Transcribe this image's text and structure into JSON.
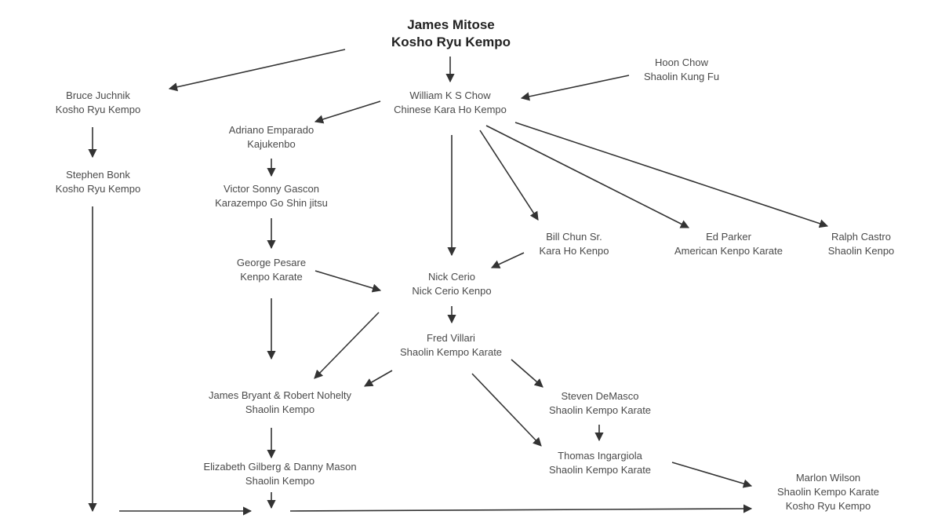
{
  "nodes": {
    "mitose": {
      "name": "James Mitose",
      "style": "Kosho Ryu Kempo"
    },
    "juchnik": {
      "name": "Bruce Juchnik",
      "style": "Kosho Ryu Kempo"
    },
    "chow": {
      "name": "William K S Chow",
      "style": "Chinese Kara Ho Kempo"
    },
    "hoonchow": {
      "name": "Hoon Chow",
      "style": "Shaolin Kung Fu"
    },
    "emparado": {
      "name": "Adriano Emparado",
      "style": "Kajukenbo"
    },
    "bonk": {
      "name": "Stephen Bonk",
      "style": "Kosho Ryu Kempo"
    },
    "gascon": {
      "name": "Victor Sonny Gascon",
      "style": "Karazempo Go Shin jitsu"
    },
    "chun": {
      "name": "Bill Chun Sr.",
      "style": "Kara Ho Kenpo"
    },
    "parker": {
      "name": "Ed Parker",
      "style": "American Kenpo Karate"
    },
    "castro": {
      "name": "Ralph Castro",
      "style": "Shaolin Kenpo"
    },
    "pesare": {
      "name": "George Pesare",
      "style": "Kenpo Karate"
    },
    "cerio": {
      "name": "Nick Cerio",
      "style": "Nick Cerio Kenpo"
    },
    "villari": {
      "name": "Fred Villari",
      "style": "Shaolin Kempo Karate"
    },
    "bryant": {
      "name": "James Bryant & Robert Nohelty",
      "style": "Shaolin Kempo"
    },
    "demasco": {
      "name": "Steven DeMasco",
      "style": "Shaolin Kempo Karate"
    },
    "gilberg": {
      "name": "Elizabeth Gilberg & Danny Mason",
      "style": "Shaolin Kempo"
    },
    "ingargiola": {
      "name": "Thomas Ingargiola",
      "style": "Shaolin Kempo Karate"
    },
    "wilson": {
      "name": "Marlon Wilson",
      "style": "Shaolin Kempo Karate",
      "style2": "Kosho Ryu Kempo"
    }
  },
  "colors": {
    "arrow": "#333333",
    "text": "#4a4a4a",
    "root_text": "#222222",
    "background": "#ffffff"
  }
}
